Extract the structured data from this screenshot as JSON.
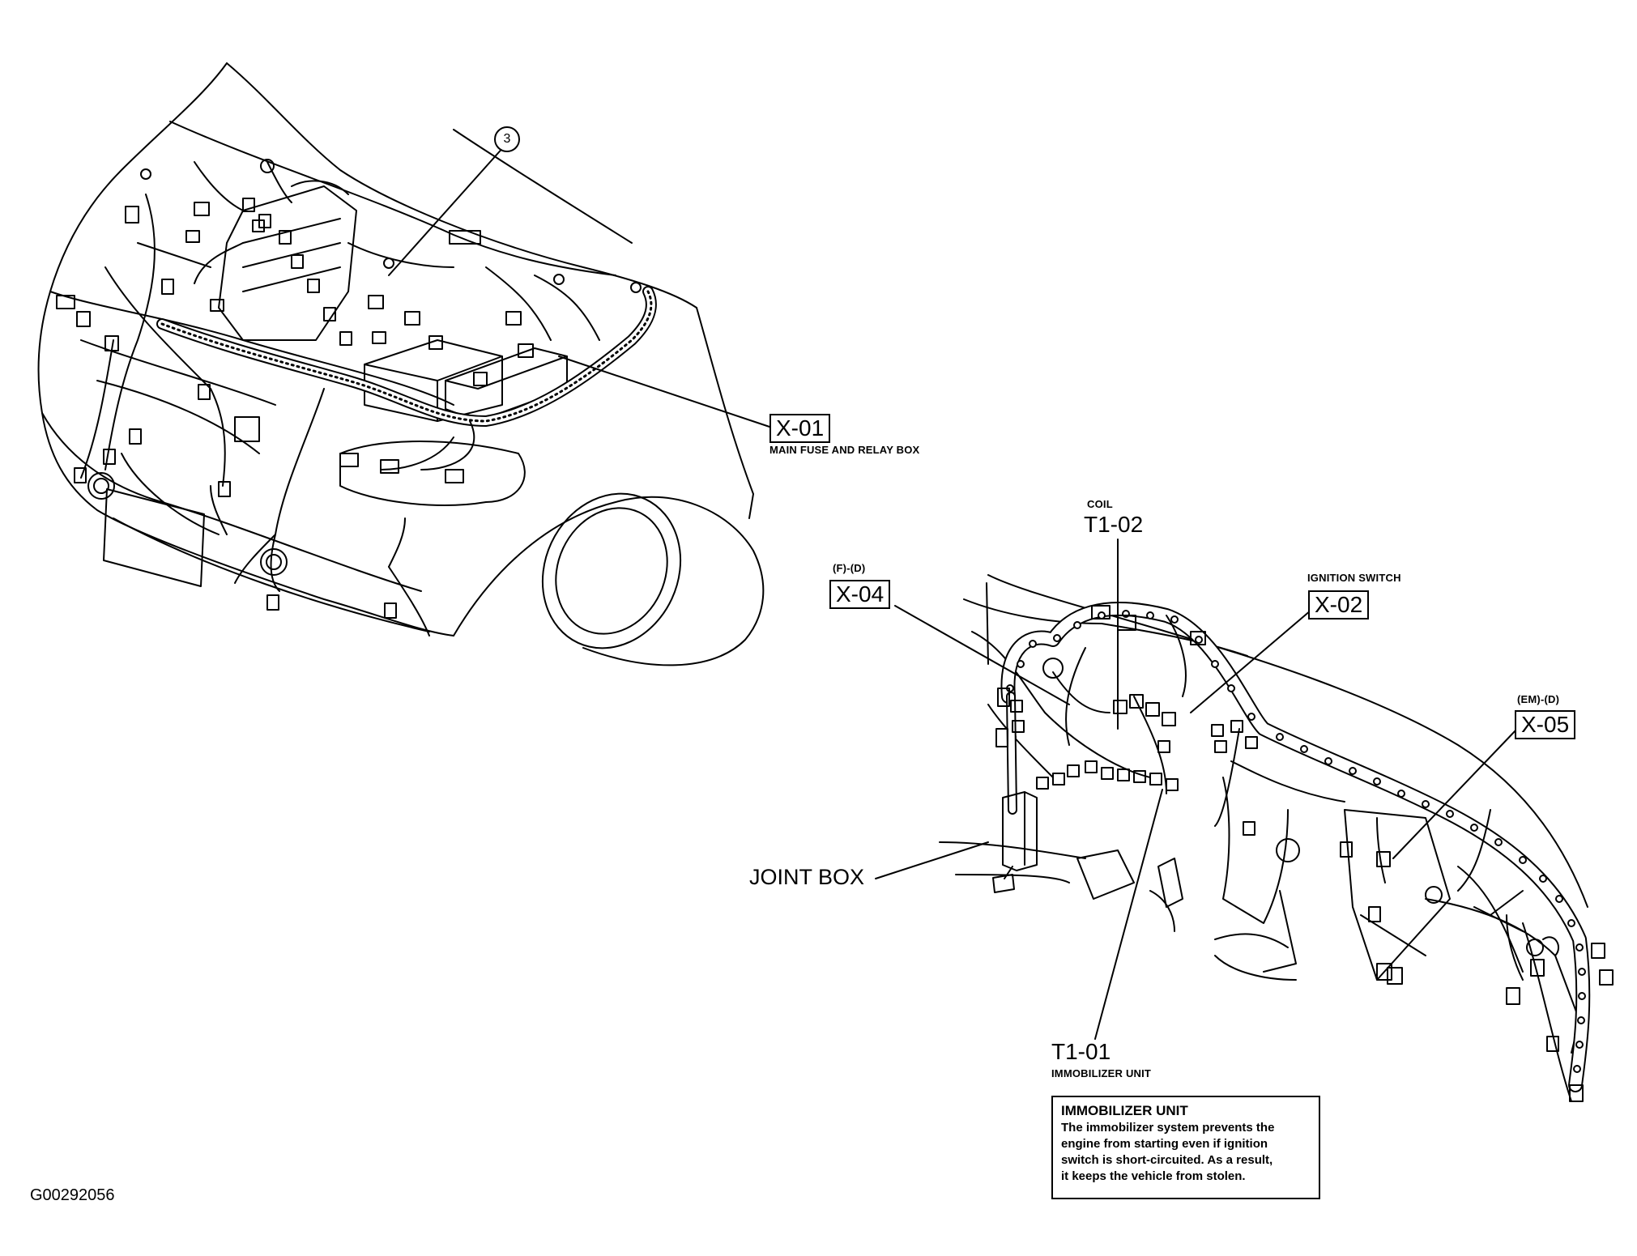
{
  "callouts": {
    "ref_3": "3",
    "x01": {
      "code": "X-01",
      "desc": "MAIN FUSE AND RELAY BOX"
    },
    "x04": {
      "prefix": "(F)-(D)",
      "code": "X-04"
    },
    "t102": {
      "name": "COIL",
      "code": "T1-02"
    },
    "x02": {
      "name": "IGNITION SWITCH",
      "code": "X-02"
    },
    "x05": {
      "prefix": "(EM)-(D)",
      "code": "X-05"
    },
    "joint_box": "JOINT BOX",
    "t101": {
      "code": "T1-01",
      "desc": "IMMOBILIZER UNIT"
    }
  },
  "note": {
    "title": "IMMOBILIZER UNIT",
    "lines": [
      "The immobilizer system prevents the",
      "engine from starting even if ignition",
      "switch is short-circuited. As a result,",
      "it keeps the vehicle from stolen."
    ]
  },
  "figure_id": "G00292056"
}
